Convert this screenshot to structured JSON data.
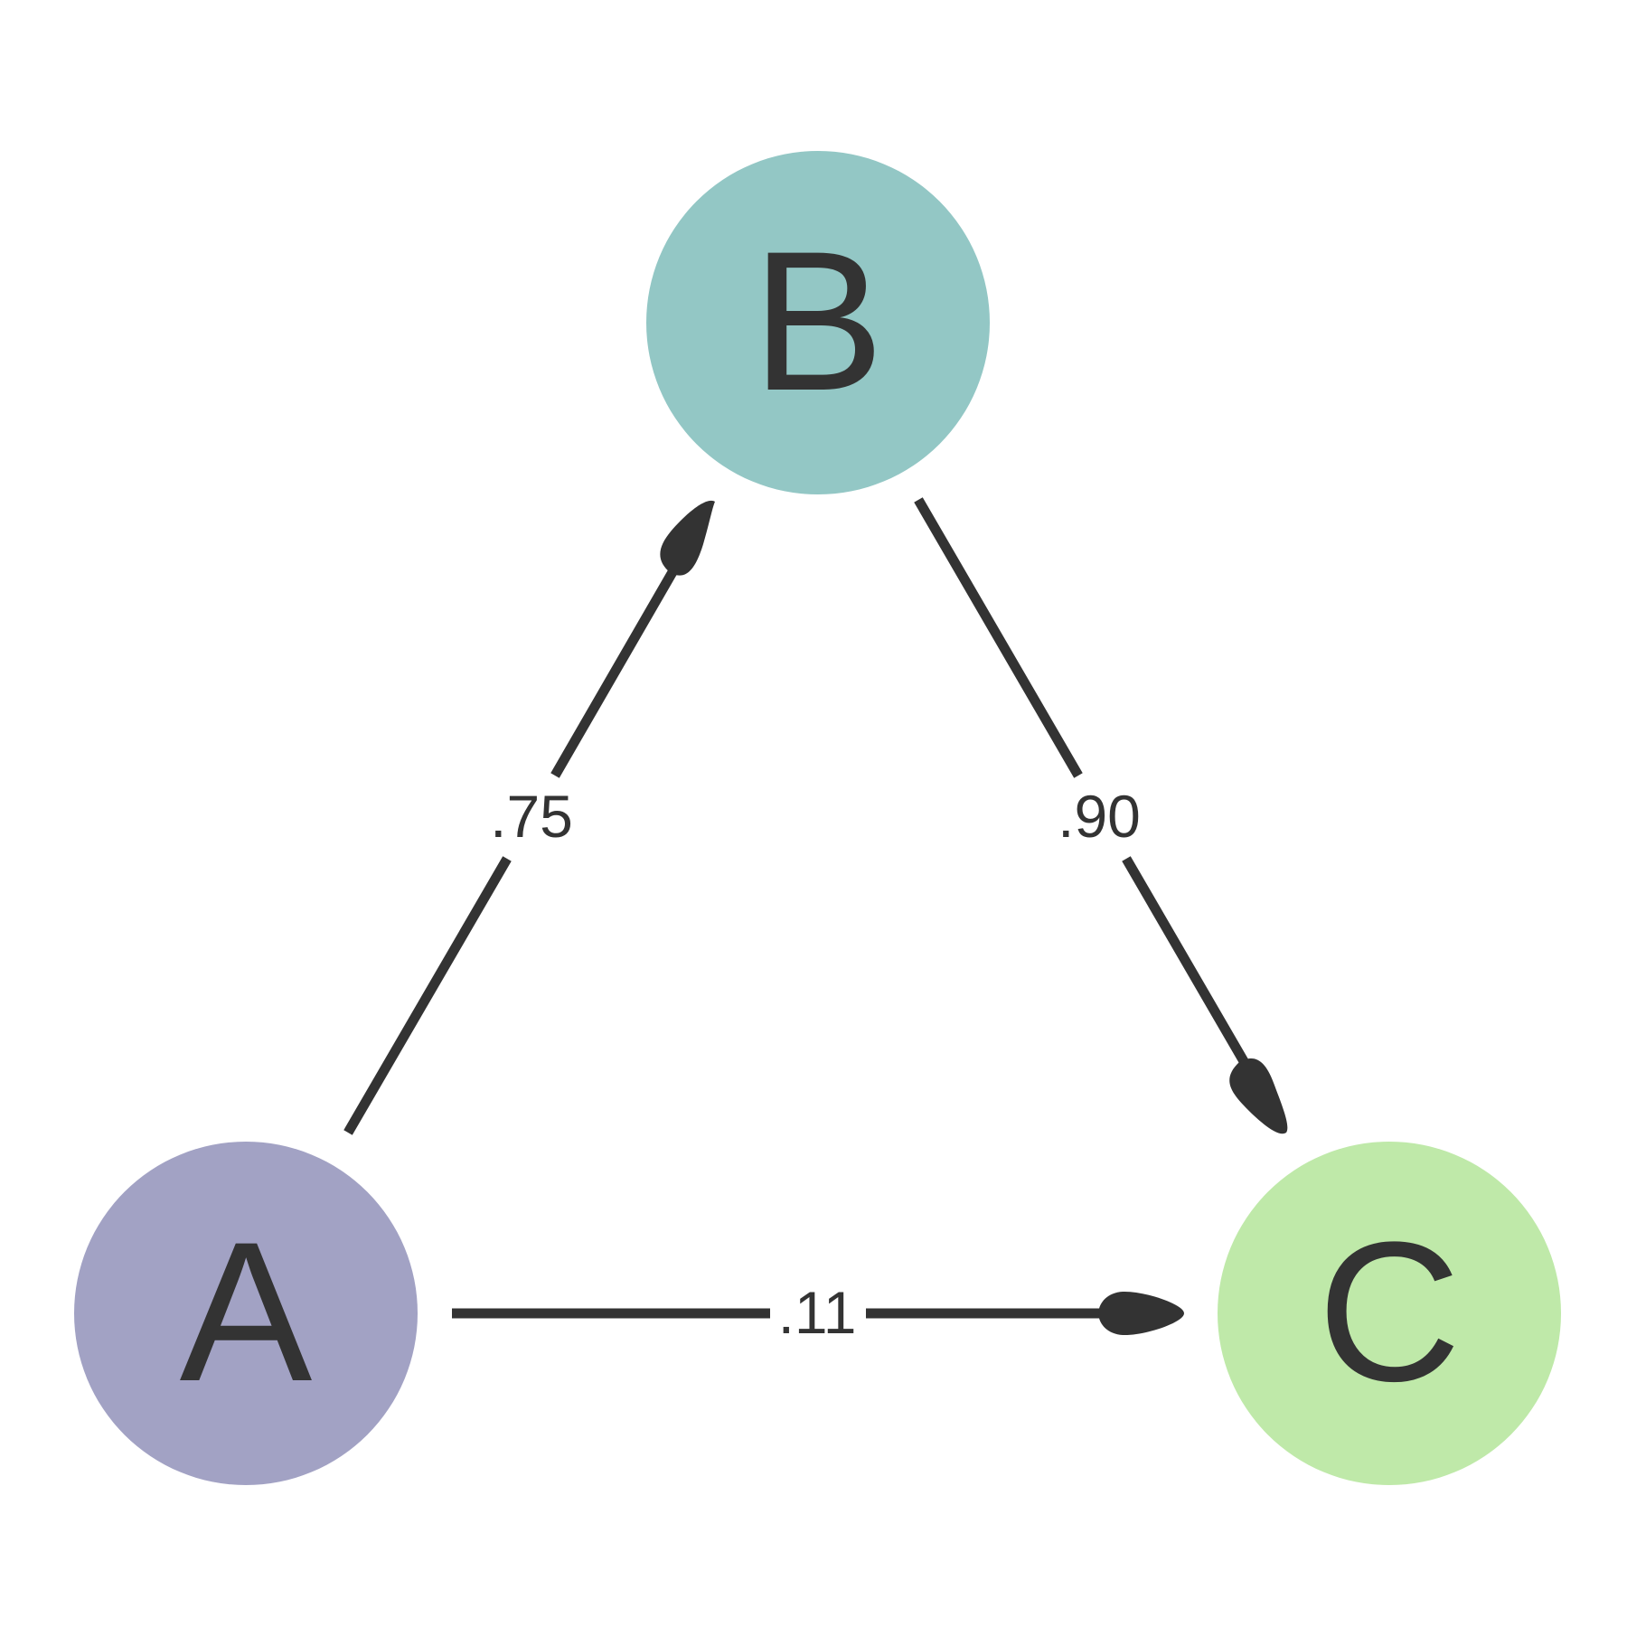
{
  "nodes": [
    {
      "id": "A",
      "label": "A",
      "color": "#a2a2c4"
    },
    {
      "id": "B",
      "label": "B",
      "color": "#93c7c5"
    },
    {
      "id": "C",
      "label": "C",
      "color": "#bfe9a9"
    }
  ],
  "edges": [
    {
      "from": "A",
      "to": "B",
      "label": ".75"
    },
    {
      "from": "B",
      "to": "C",
      "label": ".90"
    },
    {
      "from": "A",
      "to": "C",
      "label": ".11"
    }
  ],
  "colors": {
    "edge": "#333333",
    "text": "#333333",
    "background": "#ffffff"
  }
}
